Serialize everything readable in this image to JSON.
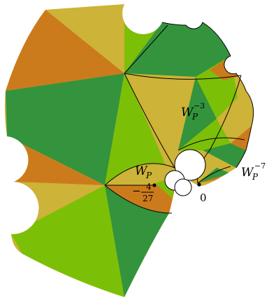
{
  "labels": {
    "w_inv3": {
      "base": "W",
      "sub": "P",
      "sup": "−3"
    },
    "w_inv7": {
      "base": "W",
      "sub": "P",
      "sup": "−7"
    },
    "w_p": {
      "base": "W",
      "sub": "P"
    },
    "fraction": {
      "sign": "−",
      "numerator": "4",
      "denominator": "27"
    },
    "zero": "0"
  },
  "colors": {
    "dark_green": "#33943d",
    "light_green": "#7cbf07",
    "orange": "#cc7b1c",
    "yellow": "#cdb337",
    "boundary": "#000000",
    "background": "#ffffff"
  }
}
